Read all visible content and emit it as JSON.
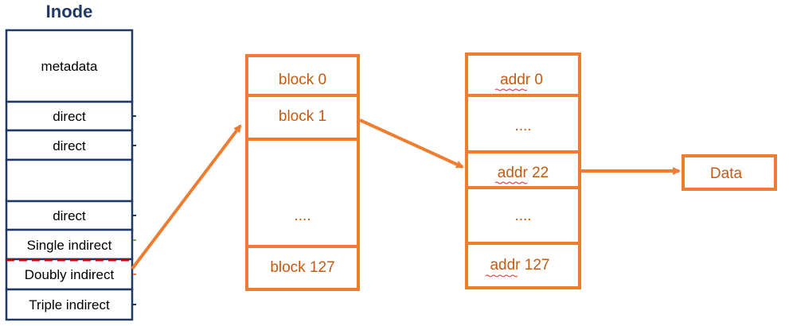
{
  "colors": {
    "inode_border": "#1f3864",
    "orange": "#ed7d31",
    "orange_text": "#c55a11",
    "dashed_separator": "#c00000"
  },
  "inode": {
    "title": "Inode",
    "cells": [
      "metadata",
      "direct",
      "direct",
      "",
      "direct",
      "Single indirect",
      "Doubly indirect",
      "Triple indirect"
    ]
  },
  "block_table": {
    "cells": [
      "block 0",
      "block 1",
      "",
      "....",
      "block 127"
    ]
  },
  "addr_table": {
    "cells": [
      "addr 0",
      "....",
      "addr 22",
      "....",
      "addr 127"
    ]
  },
  "data_box": {
    "label": "Data"
  }
}
